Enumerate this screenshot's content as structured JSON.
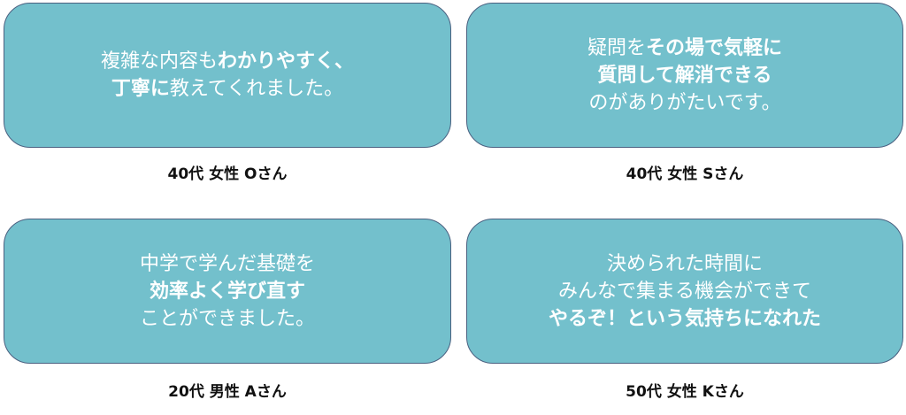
{
  "cards": [
    {
      "lines": [
        [
          {
            "t": "複雑な内容も"
          },
          {
            "t": "わかりやすく、"
          }
        ],
        [
          {
            "t": "丁寧に"
          },
          {
            "t": "教えてくれました。"
          }
        ]
      ],
      "author": "40代 女性 Oさん"
    },
    {
      "lines": [
        [
          {
            "t": "疑問を"
          },
          {
            "t": "その場で気軽に"
          }
        ],
        [
          {
            "t": "質問して解消できる"
          }
        ],
        [
          {
            "t": "のがありがたいです。"
          }
        ]
      ],
      "author": "40代 女性 Sさん"
    },
    {
      "lines": [
        [
          {
            "t": "中学で学んだ基礎を"
          }
        ],
        [
          {
            "t": "効率よく学び直す"
          }
        ],
        [
          {
            "t": "ことができました。"
          }
        ]
      ],
      "author": "20代 男性 Aさん"
    },
    {
      "lines": [
        [
          {
            "t": "決められた時間に"
          }
        ],
        [
          {
            "t": "みんなで集まる機会ができて"
          }
        ],
        [
          {
            "t": "やるぞ！という気持ちになれた"
          }
        ]
      ],
      "author": "50代 女性 Kさん"
    }
  ],
  "colors": {
    "card_fill": "#73c0cc",
    "card_border": "#4a6080"
  }
}
